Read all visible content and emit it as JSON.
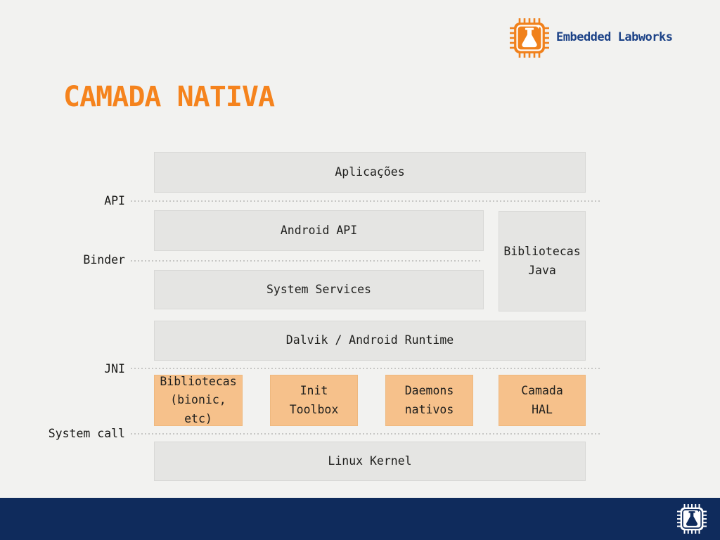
{
  "slide": {
    "title": "CAMADA NATIVA",
    "brand": "Embedded Labworks"
  },
  "colors": {
    "accent_orange": "#F5831D",
    "logo_orange": "#F0811C",
    "box_orange_fill": "#F6C18B",
    "box_gray_fill": "#E5E5E3",
    "brand_navy": "#1C4287",
    "footer_navy": "#0F2B5C",
    "background": "#F2F2F0",
    "dotted_line": "#C7C7C5"
  },
  "diagram": {
    "side_labels": {
      "api": "API",
      "binder": "Binder",
      "jni": "JNI",
      "system_call": "System call"
    },
    "boxes": {
      "aplicacoes": "Aplicações",
      "android_api": "Android API",
      "bibliotecas_java": "Bibliotecas\nJava",
      "system_services": "System Services",
      "dalvik": "Dalvik / Android Runtime",
      "bibliotecas_bionic": "Bibliotecas\n(bionic, etc)",
      "init_toolbox": "Init\nToolbox",
      "daemons_nativos": "Daemons\nnativos",
      "camada_hal": "Camada\nHAL",
      "linux_kernel": "Linux Kernel"
    }
  }
}
